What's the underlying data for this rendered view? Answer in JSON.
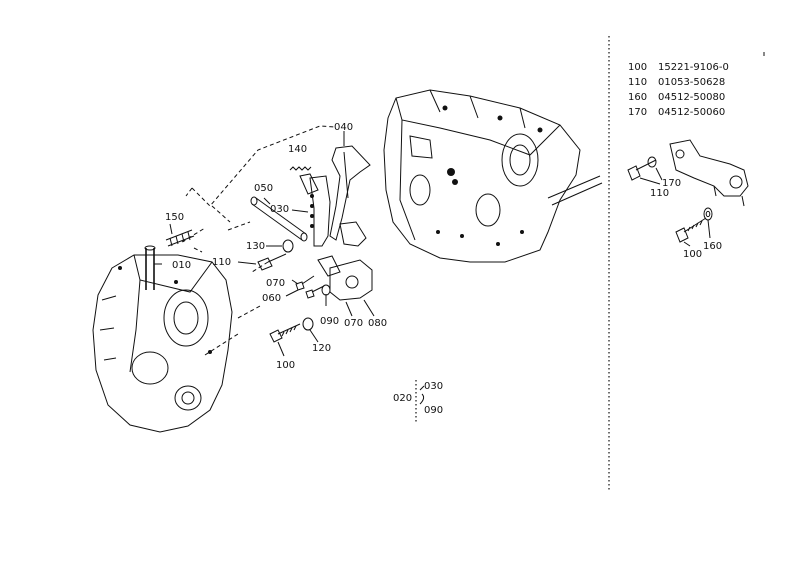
{
  "parts_list": [
    {
      "ref": "100",
      "part_number": "15221-9106-0"
    },
    {
      "ref": "110",
      "part_number": "01053-50628"
    },
    {
      "ref": "160",
      "part_number": "04512-50080"
    },
    {
      "ref": "170",
      "part_number": "04512-50060"
    }
  ],
  "callouts": {
    "c040": "040",
    "c140": "140",
    "c050": "050",
    "c030": "030",
    "c150": "150",
    "c010": "010",
    "c130": "130",
    "c110": "110",
    "c070a": "070",
    "c060": "060",
    "c090": "090",
    "c070b": "070",
    "c080": "080",
    "c120": "120",
    "c100": "100",
    "sub_020": "020",
    "sub_030": "030",
    "sub_090": "090",
    "inset_110": "110",
    "inset_170": "170",
    "inset_100": "100",
    "inset_160": "160"
  }
}
